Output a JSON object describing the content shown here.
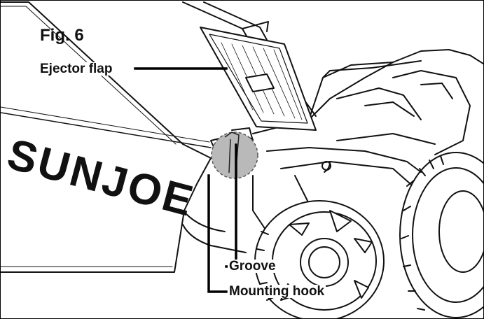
{
  "figure": {
    "title": "Fig. 6",
    "brand_text": "SUNJOE",
    "callouts": {
      "ejector_flap": "Ejector flap",
      "groove": "Groove",
      "mounting_hook": "Mounting hook"
    }
  },
  "colors": {
    "line": "#111111",
    "highlight_circle": "#b9b9b9",
    "background": "#ffffff"
  }
}
